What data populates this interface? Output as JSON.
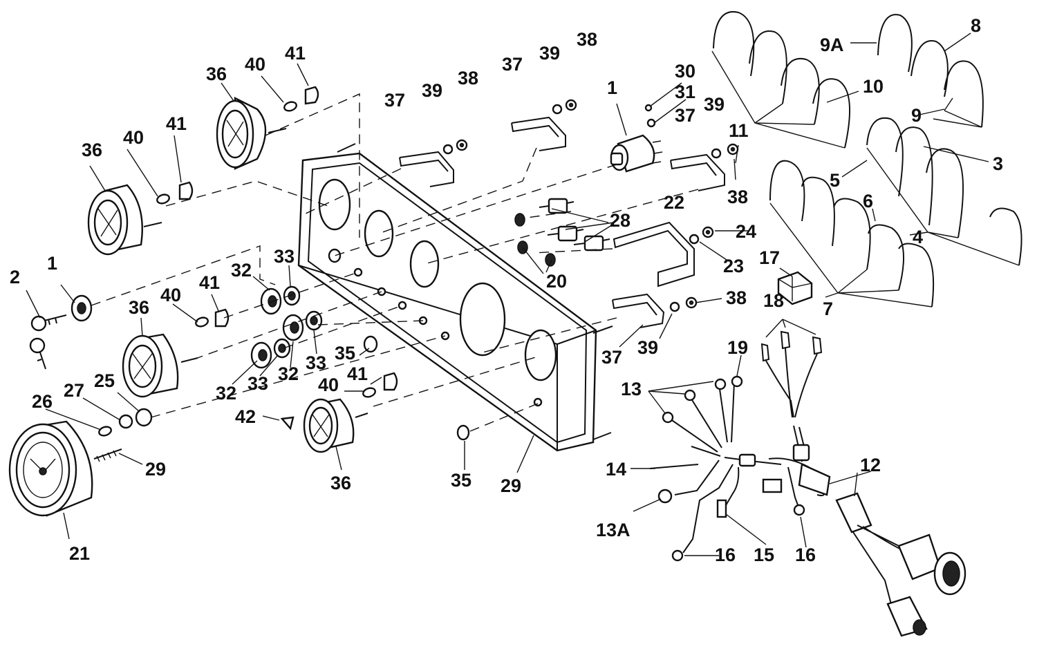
{
  "labels": {
    "l1a": "1",
    "l1b": "1",
    "l2": "2",
    "l3": "3",
    "l4": "4",
    "l5": "5",
    "l6": "6",
    "l7": "7",
    "l8": "8",
    "l9": "9",
    "l9A": "9A",
    "l10": "10",
    "l11": "11",
    "l12": "12",
    "l13": "13",
    "l13A": "13A",
    "l14": "14",
    "l15": "15",
    "l16a": "16",
    "l16b": "16",
    "l17": "17",
    "l18": "18",
    "l19": "19",
    "l20": "20",
    "l21": "21",
    "l22": "22",
    "l23": "23",
    "l24": "24",
    "l25": "25",
    "l26": "26",
    "l27": "27",
    "l28": "28",
    "l29a": "29",
    "l29b": "29",
    "l30": "30",
    "l31": "31",
    "l32a": "32",
    "l32b": "32",
    "l32c": "32",
    "l33a": "33",
    "l33b": "33",
    "l33c": "33",
    "l35a": "35",
    "l35b": "35",
    "l36a": "36",
    "l36b": "36",
    "l36c": "36",
    "l36d": "36",
    "l37a": "37",
    "l37b": "37",
    "l37c": "37",
    "l37d": "37",
    "l38a": "38",
    "l38b": "38",
    "l38c": "38",
    "l38d": "38",
    "l39a": "39",
    "l39b": "39",
    "l39c": "39",
    "l39d": "39",
    "l40a": "40",
    "l40b": "40",
    "l40c": "40",
    "l40d": "40",
    "l41a": "41",
    "l41b": "41",
    "l41c": "41",
    "l41d": "41",
    "l42": "42"
  }
}
